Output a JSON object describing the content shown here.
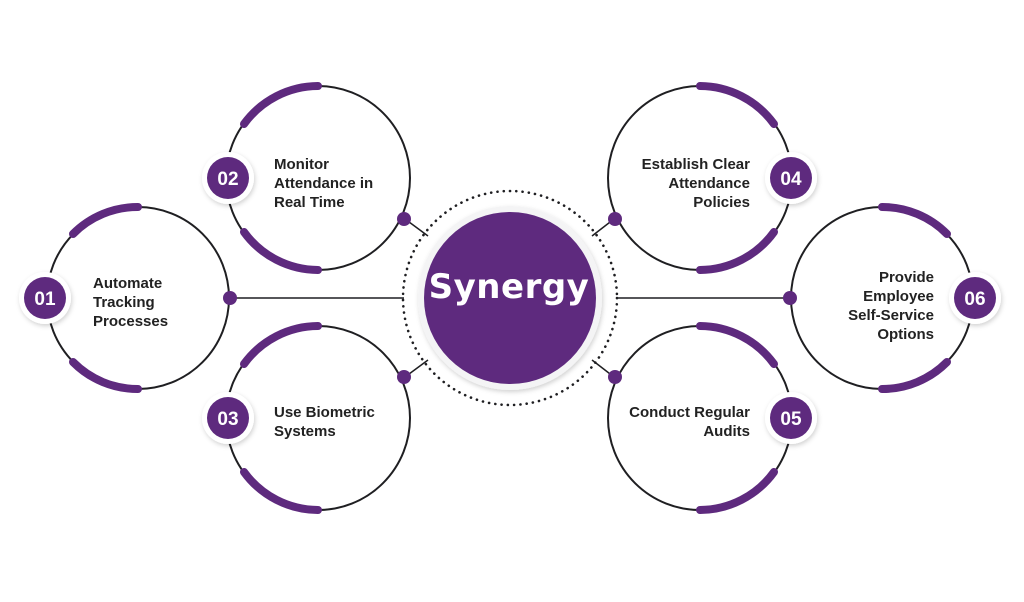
{
  "colors": {
    "primary": "#5e2a7e",
    "dark_arc": "#3d2248",
    "ring": "#1f1f22",
    "text": "#222222"
  },
  "center": {
    "label": "Synergy"
  },
  "steps": [
    {
      "number": "01",
      "lines": [
        "Automate",
        "Tracking",
        "Processes"
      ]
    },
    {
      "number": "02",
      "lines": [
        "Monitor",
        "Attendance in",
        "Real Time"
      ]
    },
    {
      "number": "03",
      "lines": [
        "Use Biometric",
        "Systems"
      ]
    },
    {
      "number": "04",
      "lines": [
        "Establish Clear",
        "Attendance",
        "Policies"
      ]
    },
    {
      "number": "05",
      "lines": [
        "Conduct Regular",
        "Audits"
      ]
    },
    {
      "number": "06",
      "lines": [
        "Provide",
        "Employee",
        "Self-Service",
        "Options"
      ]
    }
  ]
}
